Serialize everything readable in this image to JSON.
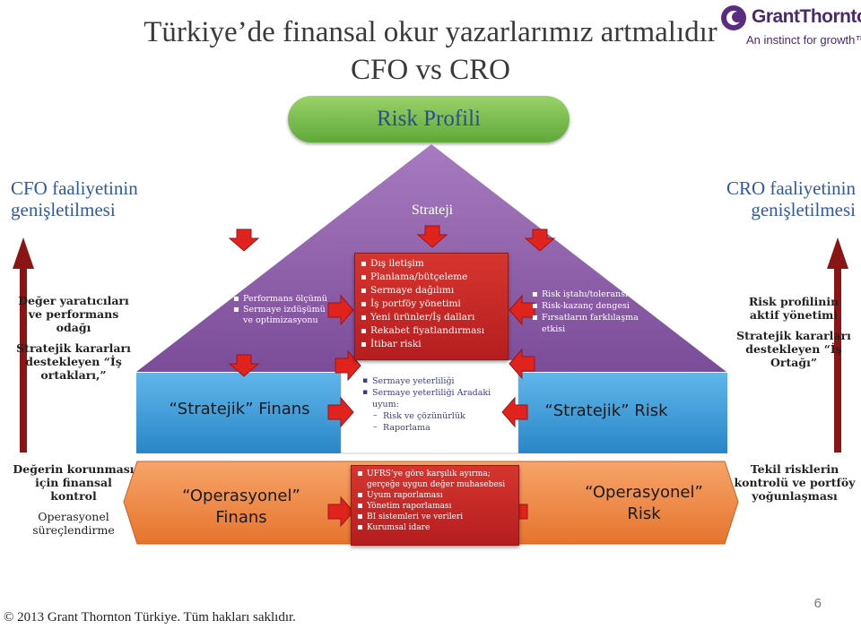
{
  "title_line1": "Türkiye’de finansal okur yazarlarımız artmalıdır",
  "title_line2": "CFO vs CRO",
  "logo": {
    "name": "GrantThornton",
    "tagline": "An instinct for growth™"
  },
  "pill": "Risk Profili",
  "left_header": [
    "CFO faaliyetinin",
    "genişletilmesi"
  ],
  "right_header": [
    "CRO faaliyetinin",
    "genişletilmesi"
  ],
  "strateji": "Strateji",
  "left_upper": {
    "p1": [
      "Değer yaratıcıları",
      "ve performans",
      "odağı"
    ],
    "p2": [
      "Stratejik kararları",
      "destekleyen “İş",
      "ortakları,”"
    ]
  },
  "right_upper": {
    "p1": [
      "Risk profilinin",
      "aktif yönetimi"
    ],
    "p2": [
      "Stratejik kararları",
      "destekleyen    “İş",
      "Ortağı”"
    ]
  },
  "left_lower": {
    "p1": [
      "Değerin korunması",
      "için finansal",
      "kontrol"
    ],
    "p2": [
      "Operasyonel",
      "süreçlendirme"
    ]
  },
  "right_lower": {
    "p1": [
      "Tekil risklerin",
      "kontrolü ve portföy",
      "yoğunlaşması"
    ]
  },
  "left_tri_items": [
    "Performans ölçümü",
    "Sermaye izdüşümü ve optimizasyonu"
  ],
  "right_tri_items": [
    "Risk iştahı/toleransı",
    "Risk-kazanç dengesi",
    "Fırsatların farklılaşma etkisi"
  ],
  "center_items": [
    "Dış iletişim",
    "Planlama/bütçeleme",
    "Sermaye dağılımı",
    "İş portföy yönetimi",
    "Yeni ürünler/İş dalları",
    "Rekabet fiyatlandırması",
    "İtibar riski"
  ],
  "lower_center": {
    "items": [
      "Sermaye yeterliliği",
      "Sermaye yeterliliği Aradaki uyum:"
    ],
    "subitems": [
      "Risk ve çözünürlük",
      "Raporlama"
    ]
  },
  "stratejik_finans": "“Stratejik” Finans",
  "stratejik_risk": "“Stratejik” Risk",
  "op_finans": [
    "“Operasyonel”",
    "Finans"
  ],
  "op_risk": [
    "“Operasyonel”",
    "Risk"
  ],
  "bottom_items": [
    "UFRS’ye göre karşılık ayırma; gerçeğe uygun değer muhasebesi",
    "Uyum raporlaması",
    "Yönetim raporlaması",
    "BI sistemleri ve verileri",
    "Kurumsal idare"
  ],
  "footer": "© 2013 Grant Thornton Türkiye. Tüm hakları saklıdır.",
  "page_number": "6",
  "colors": {
    "purple": "#8a5aa6",
    "blue": "#3b9bd8",
    "red": "#c62828",
    "orange": "#ed8742",
    "green": "#6fb544",
    "title_blue": "#2f58a8"
  }
}
